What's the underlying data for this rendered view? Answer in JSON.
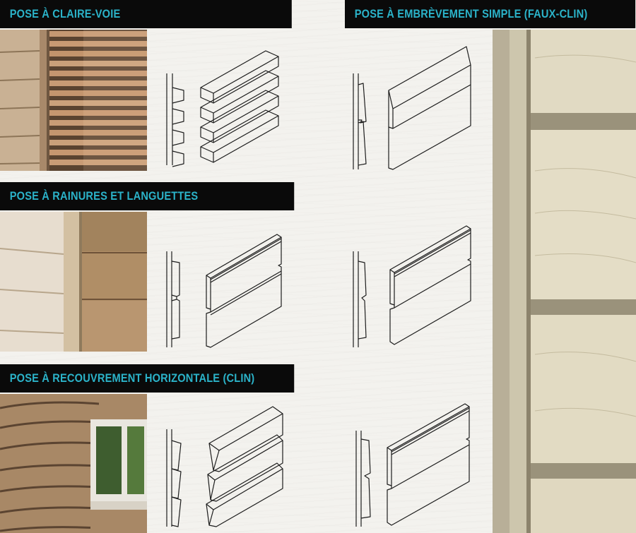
{
  "sections": {
    "claire_voie": {
      "title": "POSE À CLAIRE-VOIE"
    },
    "faux_clin": {
      "title": "POSE À EMBRÈVEMENT SIMPLE (FAUX-CLIN)"
    },
    "rainures": {
      "title": "POSE À RAINURES ET LANGUETTES"
    },
    "clin": {
      "title": "POSE À RECOUVREMENT HORIZONTALE (CLIN)"
    }
  },
  "colors": {
    "banner_bg": "#0a0a0a",
    "banner_text": "#2bb3c9",
    "paper": "#f3f2ee",
    "drawing_line": "#1d1d1d"
  },
  "icons": [
    "wood-cladding-photo",
    "profile-section-drawing",
    "board-isometric-drawing"
  ]
}
